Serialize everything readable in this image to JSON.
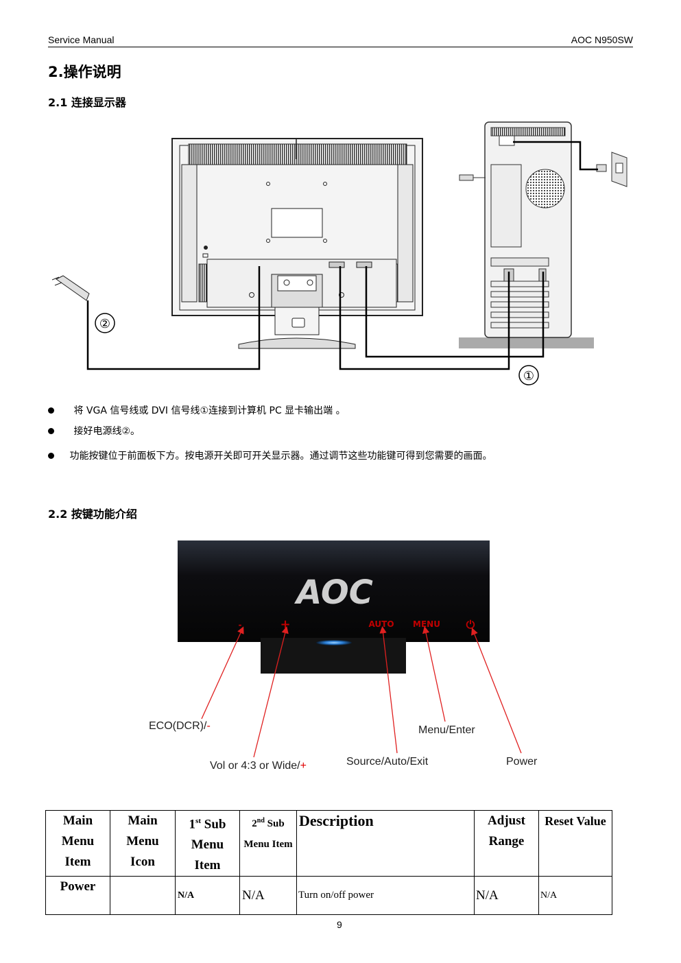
{
  "header": {
    "left": "Service Manual",
    "right": "AOC N950SW"
  },
  "section": {
    "title": "2.操作说明"
  },
  "sub1": {
    "title": "2.1 连接显示器"
  },
  "figure1": {
    "callout_1": "①",
    "callout_2": "②"
  },
  "bullets": [
    "将 VGA 信号线或 DVI 信号线①连接到计算机  PC 显卡输出端  。",
    "接好电源线②。",
    "功能按键位于前面板下方。按电源开关即可开关显示器。通过调节这些功能键可得到您需要的画面。"
  ],
  "sub2": {
    "title": "2.2  按键功能介绍"
  },
  "figure2": {
    "logo": "AOC",
    "buttons": [
      "-",
      "+",
      "AUTO",
      "MENU",
      "⏻"
    ],
    "labels": {
      "eco": "ECO(DCR)/",
      "eco_sign": "-",
      "vol": "Vol or 4:3 or Wide/",
      "vol_sign": "+",
      "source": "Source/Auto/Exit",
      "menu": "Menu/Enter",
      "power": "Power"
    },
    "colors": {
      "arrow": "#e02020",
      "bezel": "#0c0c0c",
      "led": "#3a9cff"
    }
  },
  "table": {
    "headers": {
      "main_menu_item": [
        "Main",
        "Menu",
        "Item"
      ],
      "main_menu_icon": [
        "Main",
        "Menu",
        "Icon"
      ],
      "sub1_a": "1",
      "sub1_sup": "st",
      "sub1_b": " Sub",
      "sub1_rest": [
        "Menu",
        "Item"
      ],
      "sub2_a": "2",
      "sub2_sup": "nd",
      "sub2_b": " Sub",
      "sub2_rest": "Menu Item",
      "description": "Description",
      "adjust_range": [
        "Adjust",
        "Range"
      ],
      "reset_value": "Reset Value"
    },
    "rows": [
      {
        "main_item": "Power",
        "icon": "",
        "sub1": "N/A",
        "sub2": "N/A",
        "description": "Turn on/off power",
        "adjust": "N/A",
        "reset": "N/A"
      }
    ]
  },
  "footer": {
    "page_number": "9"
  }
}
